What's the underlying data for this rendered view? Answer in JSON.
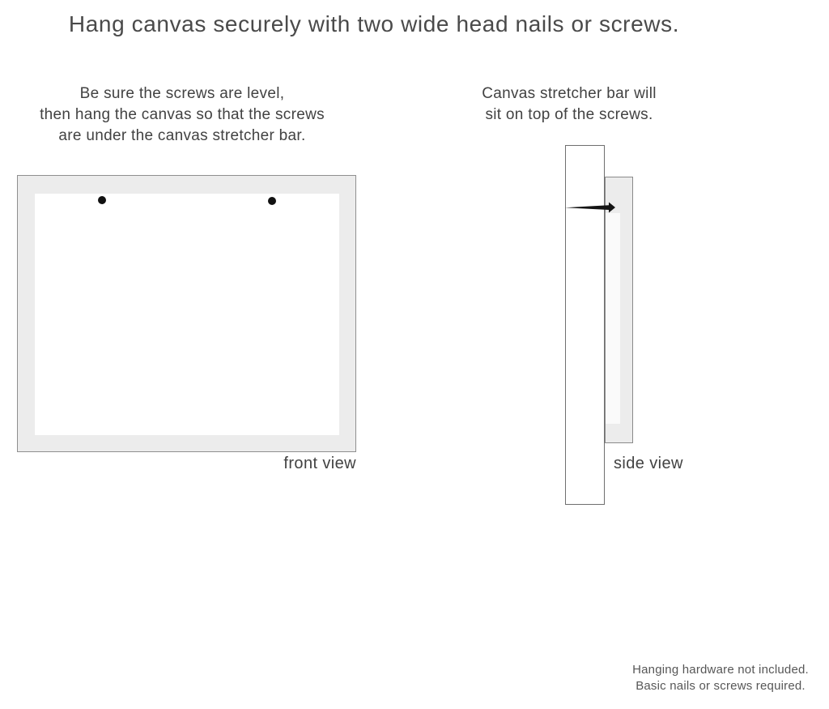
{
  "title": "Hang canvas securely with two wide head nails or screws.",
  "instructions": {
    "front": {
      "lines": [
        "Be sure the screws are level,",
        "then hang the canvas so that the screws",
        "are under the canvas stretcher bar."
      ]
    },
    "side": {
      "lines": [
        "Canvas stretcher bar will",
        "sit on top of the screws."
      ]
    }
  },
  "diagrams": {
    "front_view": {
      "label": "front view",
      "screw_count": 2
    },
    "side_view": {
      "label": "side view"
    }
  },
  "footer": {
    "lines": [
      "Hanging hardware not included.",
      "Basic nails or screws required."
    ]
  },
  "colors": {
    "canvas_frame_fill": "#ececec",
    "canvas_inner_fill": "#ffffff",
    "outline": "#8a8a8a",
    "nail": "#141414",
    "text": "#454545"
  }
}
